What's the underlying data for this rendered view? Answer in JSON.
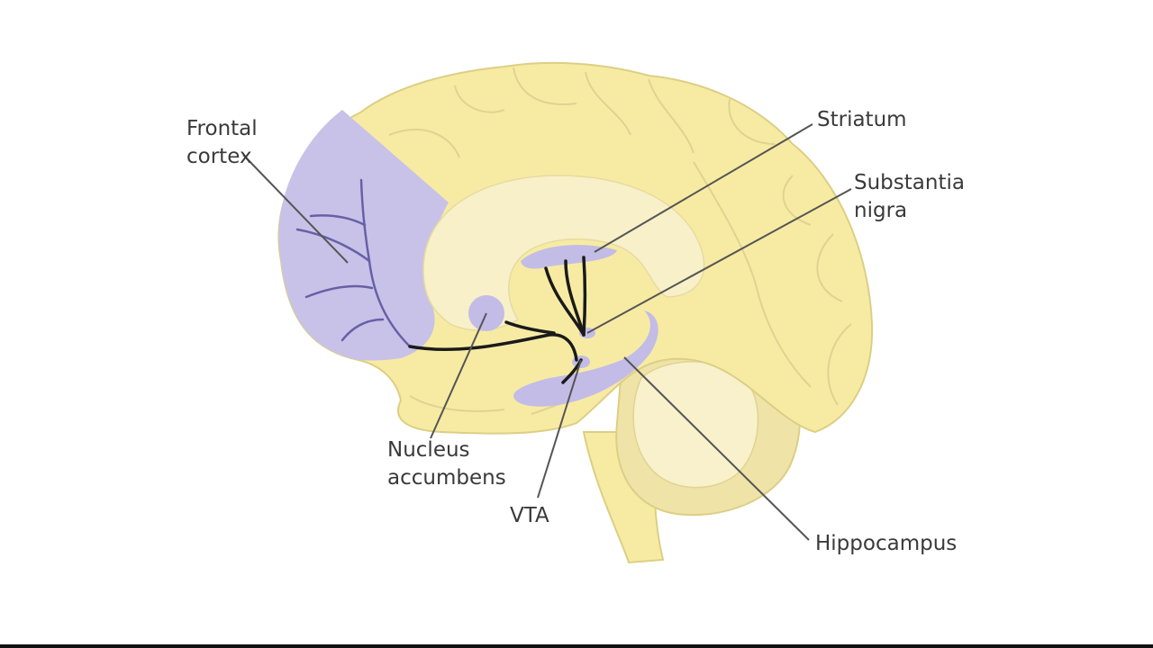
{
  "labels": {
    "frontal_cortex": [
      "Frontal",
      "cortex"
    ],
    "striatum": "Striatum",
    "substantia_nigra": [
      "Substantia",
      "nigra"
    ],
    "nucleus_accumbens": [
      "Nucleus",
      "accumbens"
    ],
    "vta": "VTA",
    "hippocampus": "Hippocampus"
  },
  "colors": {
    "brain_fill": "#f7eba4",
    "brain_outline": "#dccf84",
    "inner_fill": "#f8f0c8",
    "frontal_region": "#c8c2e8",
    "pathway_region": "#c2bce6",
    "dopamine_pathway": "#1a1a1a",
    "cortical_projection": "#6860a6",
    "leader_line": "#555555",
    "label_text": "#3a3a3a"
  }
}
